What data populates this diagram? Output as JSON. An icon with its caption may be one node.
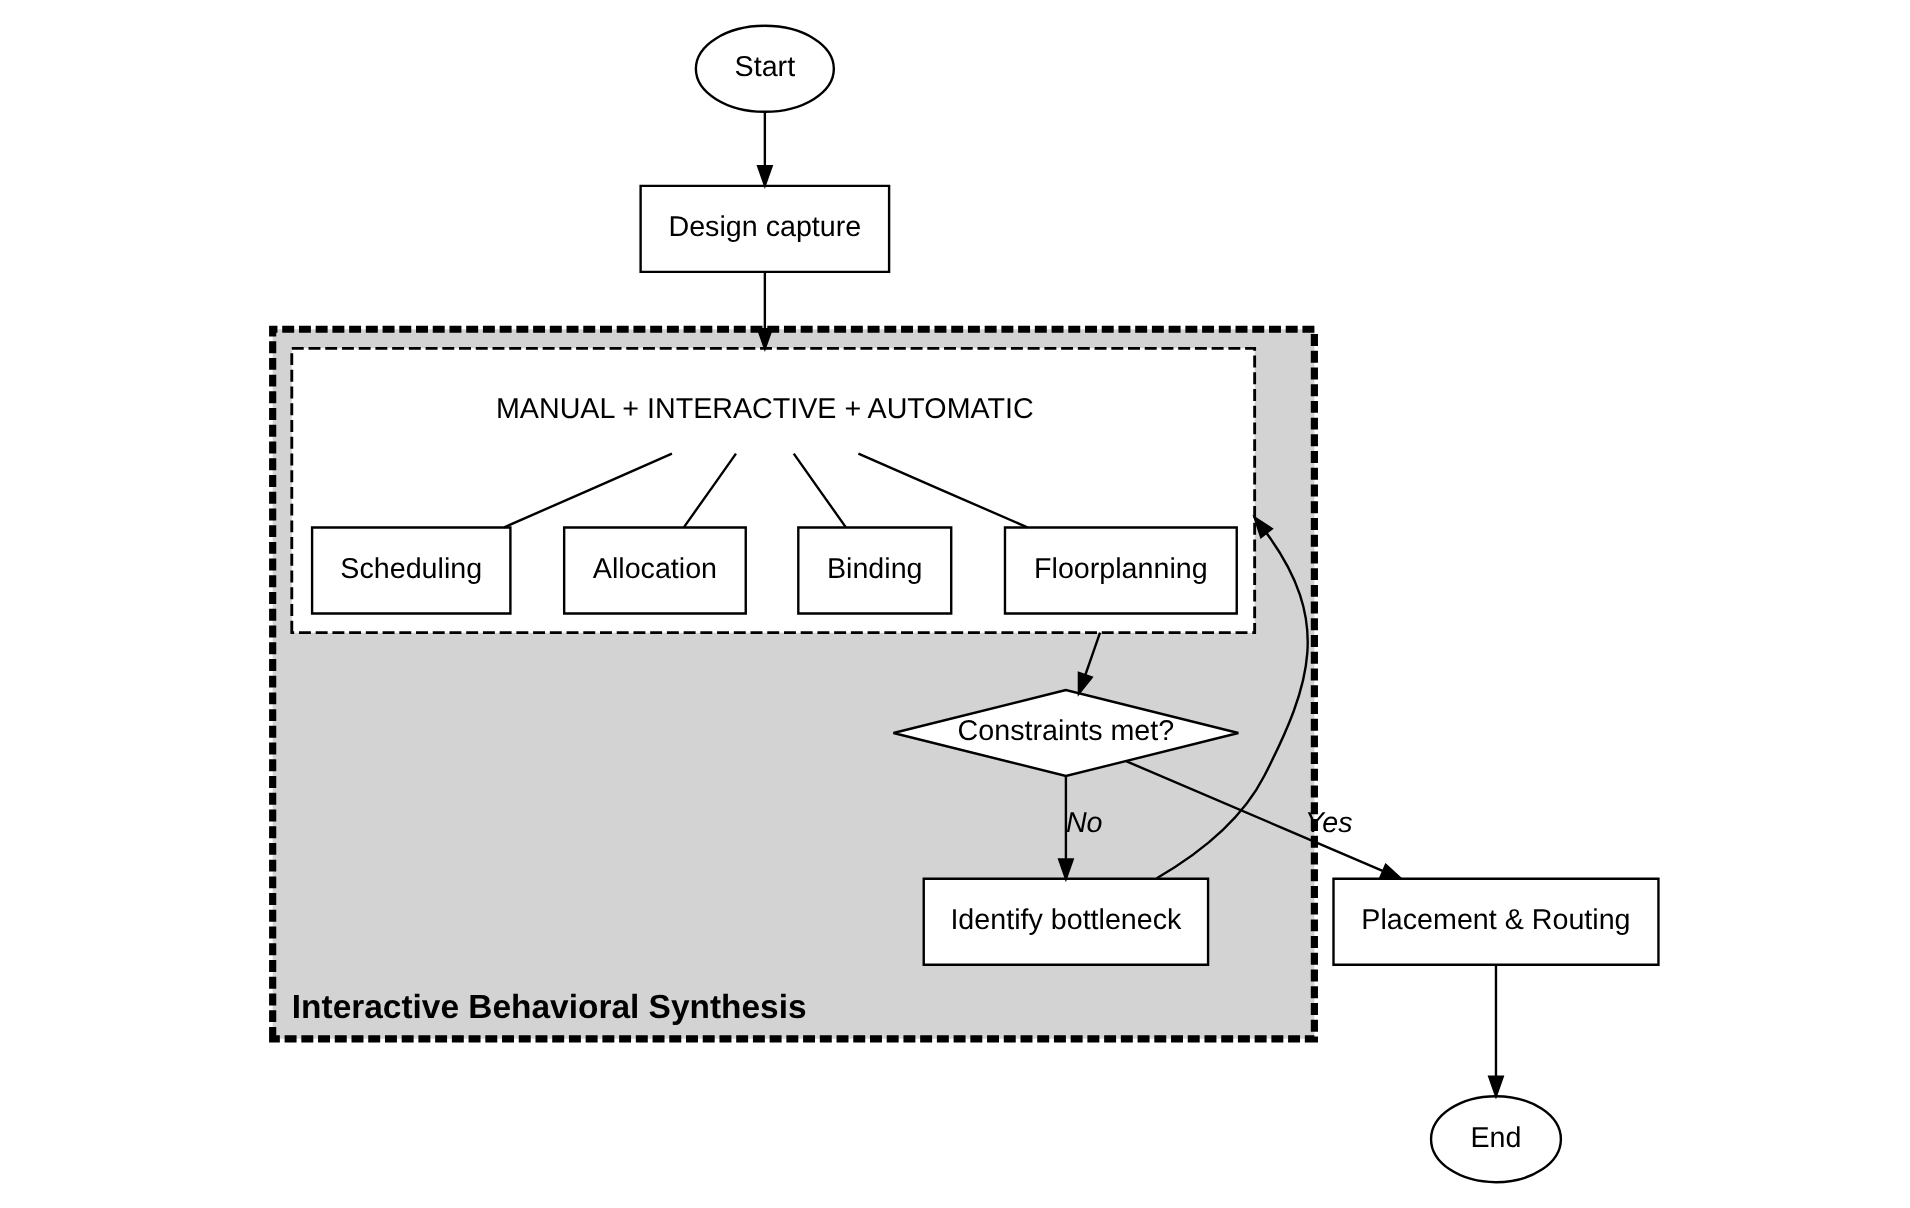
{
  "diagram": {
    "nodes": [
      {
        "text": [
          "Start"
        ]
      },
      {
        "text": [
          "Design capture"
        ]
      },
      {
        "text": [
          "Interactive Behavioral Synthesis"
        ]
      },
      {
        "text": [],
        "shape": "box",
        "in": 2
      },
      {
        "text": [
          "MANUAL + INTERACTIVE + AUTOMATIC"
        ],
        "in": 3
      },
      {
        "text": [
          "Scheduling"
        ],
        "in": 3
      },
      {
        "text": [
          "Allocation"
        ],
        "in": 3
      },
      {
        "text": [
          "Binding"
        ],
        "in": 3
      },
      {
        "text": [
          "Floorplanning"
        ],
        "in": 3
      },
      {
        "text": [
          "Constraints met?"
        ],
        "in": 2
      },
      {
        "text": [
          "Identify bottleneck"
        ],
        "in": 2
      },
      {
        "text": [
          "Placement & Routing"
        ]
      },
      {
        "text": [
          "End"
        ]
      }
    ],
    "edges": [
      {
        "from": 0,
        "to": 1,
        "arrow": "to"
      },
      {
        "from": 1,
        "to": 3,
        "arrow": "to"
      },
      {
        "from": 4,
        "to": 5,
        "arrow": "none"
      },
      {
        "from": 4,
        "to": 6,
        "arrow": "none"
      },
      {
        "from": 4,
        "to": 7,
        "arrow": "none"
      },
      {
        "from": 4,
        "to": 8,
        "arrow": "none"
      },
      {
        "from": 3,
        "to": 9,
        "arrow": "to"
      },
      {
        "from": 9,
        "to": 11,
        "label": "Yes",
        "arrow": "to"
      },
      {
        "from": 9,
        "to": 10,
        "label": "No",
        "arrow": "to"
      },
      {
        "from": 10,
        "to": 3,
        "arrow": "to"
      },
      {
        "from": 11,
        "to": 12,
        "arrow": "to"
      }
    ]
  }
}
